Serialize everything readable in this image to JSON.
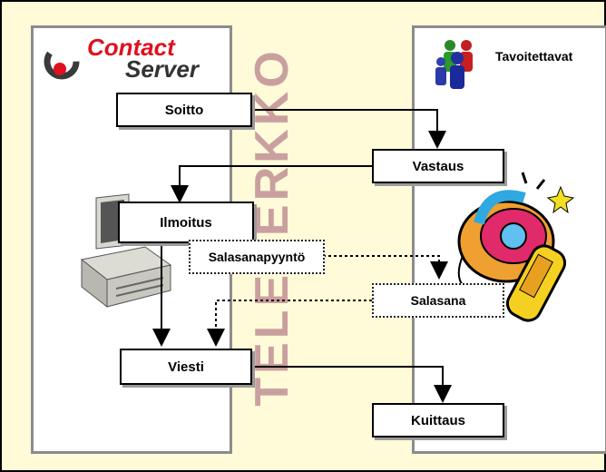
{
  "diagram": {
    "logo": {
      "word1": "Contact",
      "word2": "Server"
    },
    "network_label": "TELEVERKKO",
    "right_title": "Tavoitettavat",
    "boxes": {
      "soitto": "Soitto",
      "vastaus": "Vastaus",
      "ilmoitus": "Ilmoitus",
      "salasanapyynto": "Salasanapyyntö",
      "salasana": "Salasana",
      "viesti": "Viesti",
      "kuittaus": "Kuittaus"
    }
  },
  "colors": {
    "background": "#fffbd8",
    "panel_border": "#8c8c8c",
    "logo_red": "#e01020",
    "network_text": "#c9a09f"
  },
  "icons": [
    "contactserver-logo-icon",
    "people-group-icon",
    "computer-icon",
    "telephone-icon"
  ]
}
